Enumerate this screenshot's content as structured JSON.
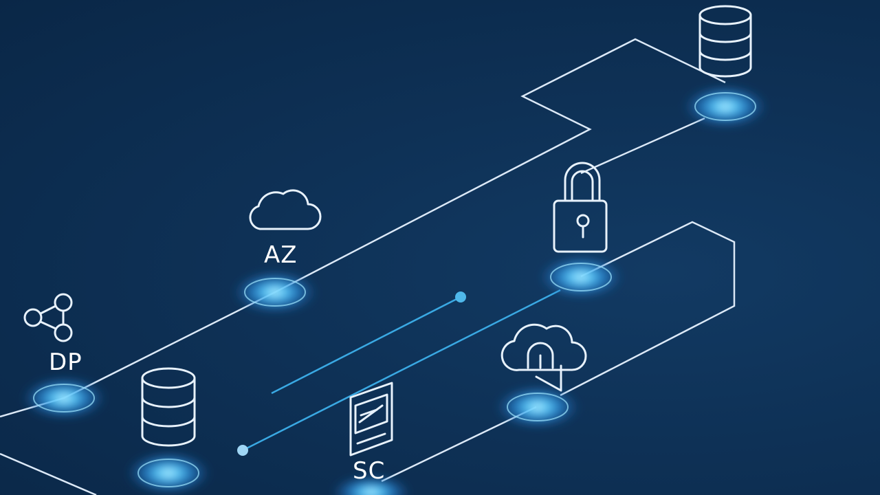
{
  "nodes": {
    "azure": {
      "label": "AZ",
      "icon": "cloud-icon"
    },
    "data_platform": {
      "label": "DP",
      "icon": "network-nodes-icon"
    },
    "source_control": {
      "label": "SC",
      "icon": "document-icon"
    },
    "lock": {
      "icon": "padlock-icon"
    },
    "upload": {
      "icon": "cloud-upload-icon"
    },
    "database_top": {
      "icon": "database-icon"
    },
    "database_bottom": {
      "icon": "database-icon"
    }
  },
  "colors": {
    "background": "#0d2f52",
    "line": "#dce9f7",
    "accent_line": "#3aa9e3",
    "glow": "#3fb6ff",
    "icon": "#e8f2fc"
  }
}
